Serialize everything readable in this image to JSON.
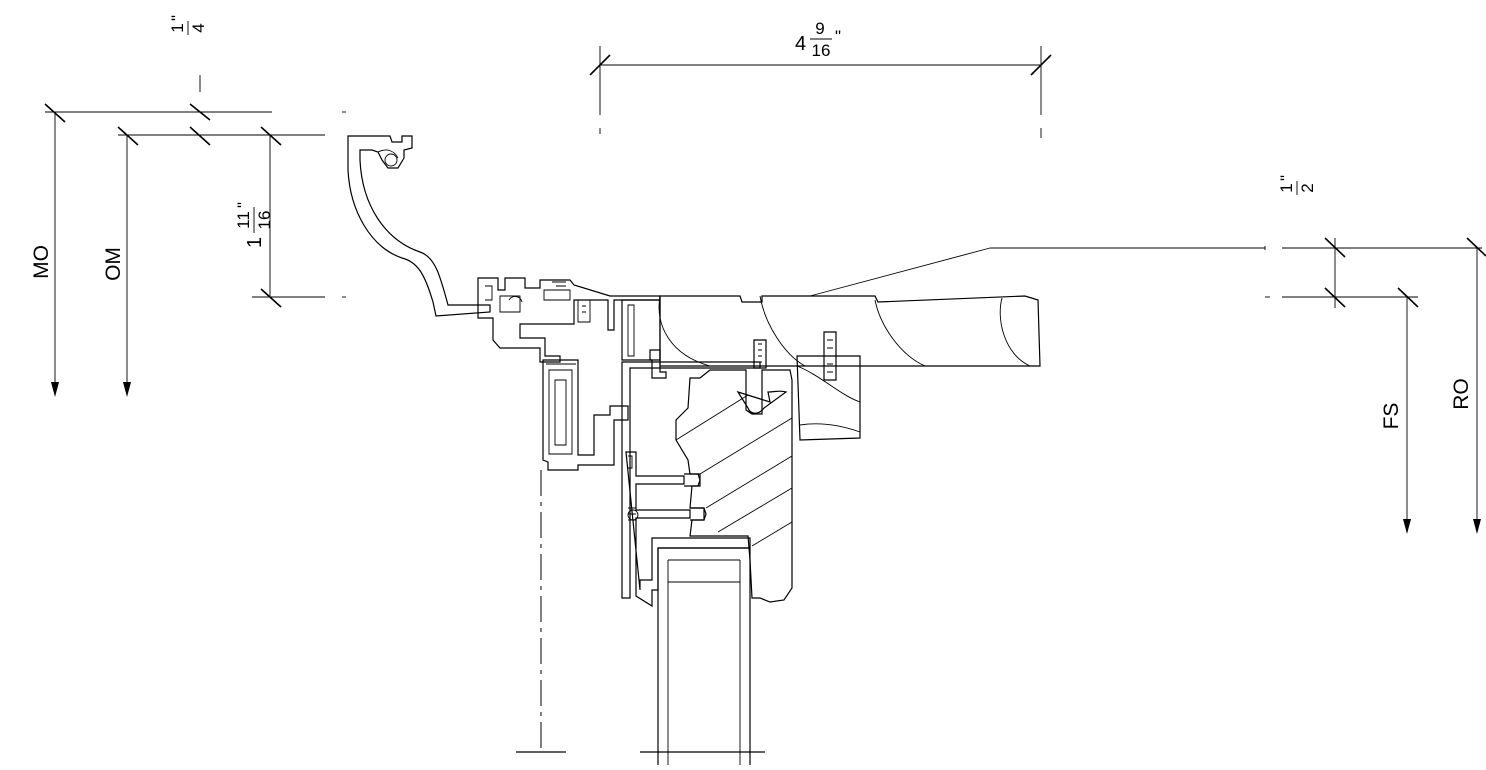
{
  "drawing": {
    "dimensions": {
      "top_width": {
        "whole": "4",
        "num": "9",
        "den": "16",
        "inch": "\""
      },
      "left_quarter": {
        "num": "1",
        "den": "4",
        "inch": "\""
      },
      "left_height": {
        "whole": "1",
        "num": "11",
        "den": "16",
        "inch": "\""
      },
      "right_half": {
        "num": "1",
        "den": "2",
        "inch": "\""
      }
    },
    "labels": {
      "mo": "MO",
      "om": "OM",
      "fs": "FS",
      "ro": "RO"
    },
    "line_color": "#000000",
    "background": "#ffffff"
  }
}
